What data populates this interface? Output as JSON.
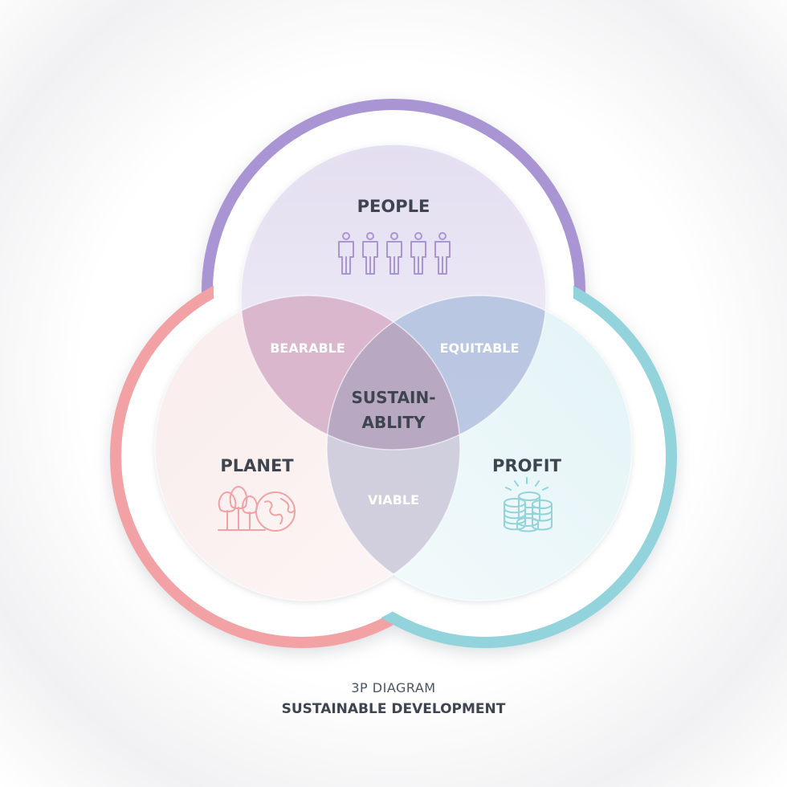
{
  "diagram": {
    "people": {
      "label": "PEOPLE",
      "icon": "people-group-icon",
      "ring_color": "#a995d4",
      "fill_color": "#ece8f5"
    },
    "planet": {
      "label": "PLANET",
      "icon": "trees-and-globe-icon",
      "ring_color": "#f2a2a4",
      "fill_color": "#fbefef"
    },
    "profit": {
      "label": "PROFIT",
      "icon": "coin-stacks-icon",
      "ring_color": "#92d3dc",
      "fill_color": "#e9f7f9"
    },
    "intersections": {
      "people_planet": "BEARABLE",
      "people_profit": "EQUITABLE",
      "planet_profit": "VIABLE",
      "center_line1": "SUSTAIN-",
      "center_line2": "ABLITY"
    }
  },
  "caption": {
    "subtitle": "3P DIAGRAM",
    "title": "SUSTAINABLE DEVELOPMENT"
  }
}
